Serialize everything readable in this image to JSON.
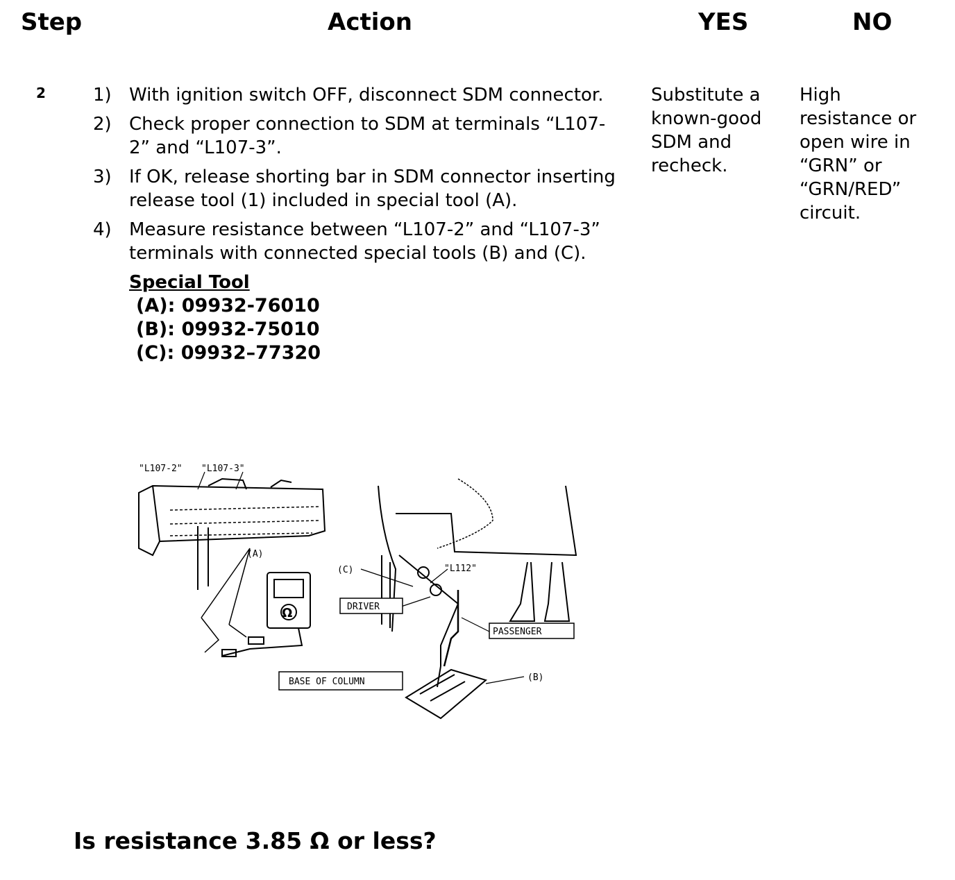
{
  "header": {
    "step": "Step",
    "action": "Action",
    "yes": "YES",
    "no": "NO"
  },
  "row": {
    "step_number": "2",
    "actions": [
      {
        "num": "1)",
        "text": "With ignition switch OFF, disconnect SDM connector."
      },
      {
        "num": "2)",
        "text": "Check proper connection to SDM at terminals “L107-2” and “L107-3”."
      },
      {
        "num": "3)",
        "text": "If OK, release shorting bar in SDM connector inserting release tool (1) included in special tool (A)."
      },
      {
        "num": "4)",
        "text": "Measure resistance between “L107-2” and “L107-3” terminals with connected special tools (B) and (C)."
      }
    ],
    "special_tool_title": "Special Tool",
    "special_tools": [
      "(A): 09932-76010",
      "(B): 09932-75010",
      "(C): 09932–77320"
    ],
    "yes_text": "Substitute a known-good SDM and recheck.",
    "no_text": "High resistance or open wire in “GRN” or “GRN/RED” circuit.",
    "question": "Is resistance 3.85 Ω or less?"
  },
  "figure": {
    "labels": {
      "l107_2": "\"L107-2\"",
      "l107_3": "\"L107-3\"",
      "a": "(A)",
      "c": "(C)",
      "l112": "\"L112\"",
      "driver": "DRIVER",
      "passenger": "PASSENGER",
      "base": "BASE OF COLUMN",
      "b": "(B)",
      "ohm": "Ω"
    }
  }
}
